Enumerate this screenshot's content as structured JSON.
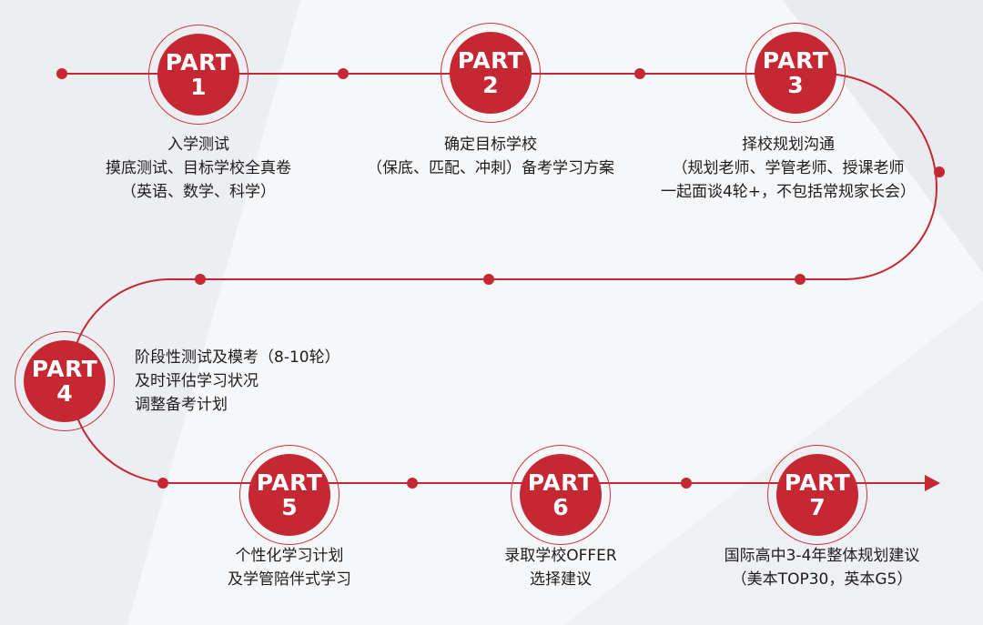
{
  "colors": {
    "accent": "#c52733",
    "line": "#c52733",
    "text": "#1d1d1d",
    "background": "#f6f7f9"
  },
  "steps": [
    {
      "word": "PART",
      "num": "1",
      "lines": [
        "入学测试",
        "摸底测试、目标学校全真卷",
        "（英语、数学、科学）"
      ]
    },
    {
      "word": "PART",
      "num": "2",
      "lines": [
        "确定目标学校",
        "（保底、匹配、冲刺）备考学习方案"
      ]
    },
    {
      "word": "PART",
      "num": "3",
      "lines": [
        "择校规划沟通",
        "（规划老师、学管老师、授课老师",
        "一起面谈4轮+，不包括常规家长会）"
      ]
    },
    {
      "word": "PART",
      "num": "4",
      "lines": [
        "阶段性测试及模考（8-10轮）",
        "及时评估学习状况",
        "调整备考计划"
      ]
    },
    {
      "word": "PART",
      "num": "5",
      "lines": [
        "个性化学习计划",
        "及学管陪伴式学习"
      ]
    },
    {
      "word": "PART",
      "num": "6",
      "lines": [
        "录取学校OFFER",
        "选择建议"
      ]
    },
    {
      "word": "PART",
      "num": "7",
      "lines": [
        "国际高中3-4年整体规划建议",
        "（美本TOP30，英本G5）"
      ]
    }
  ]
}
